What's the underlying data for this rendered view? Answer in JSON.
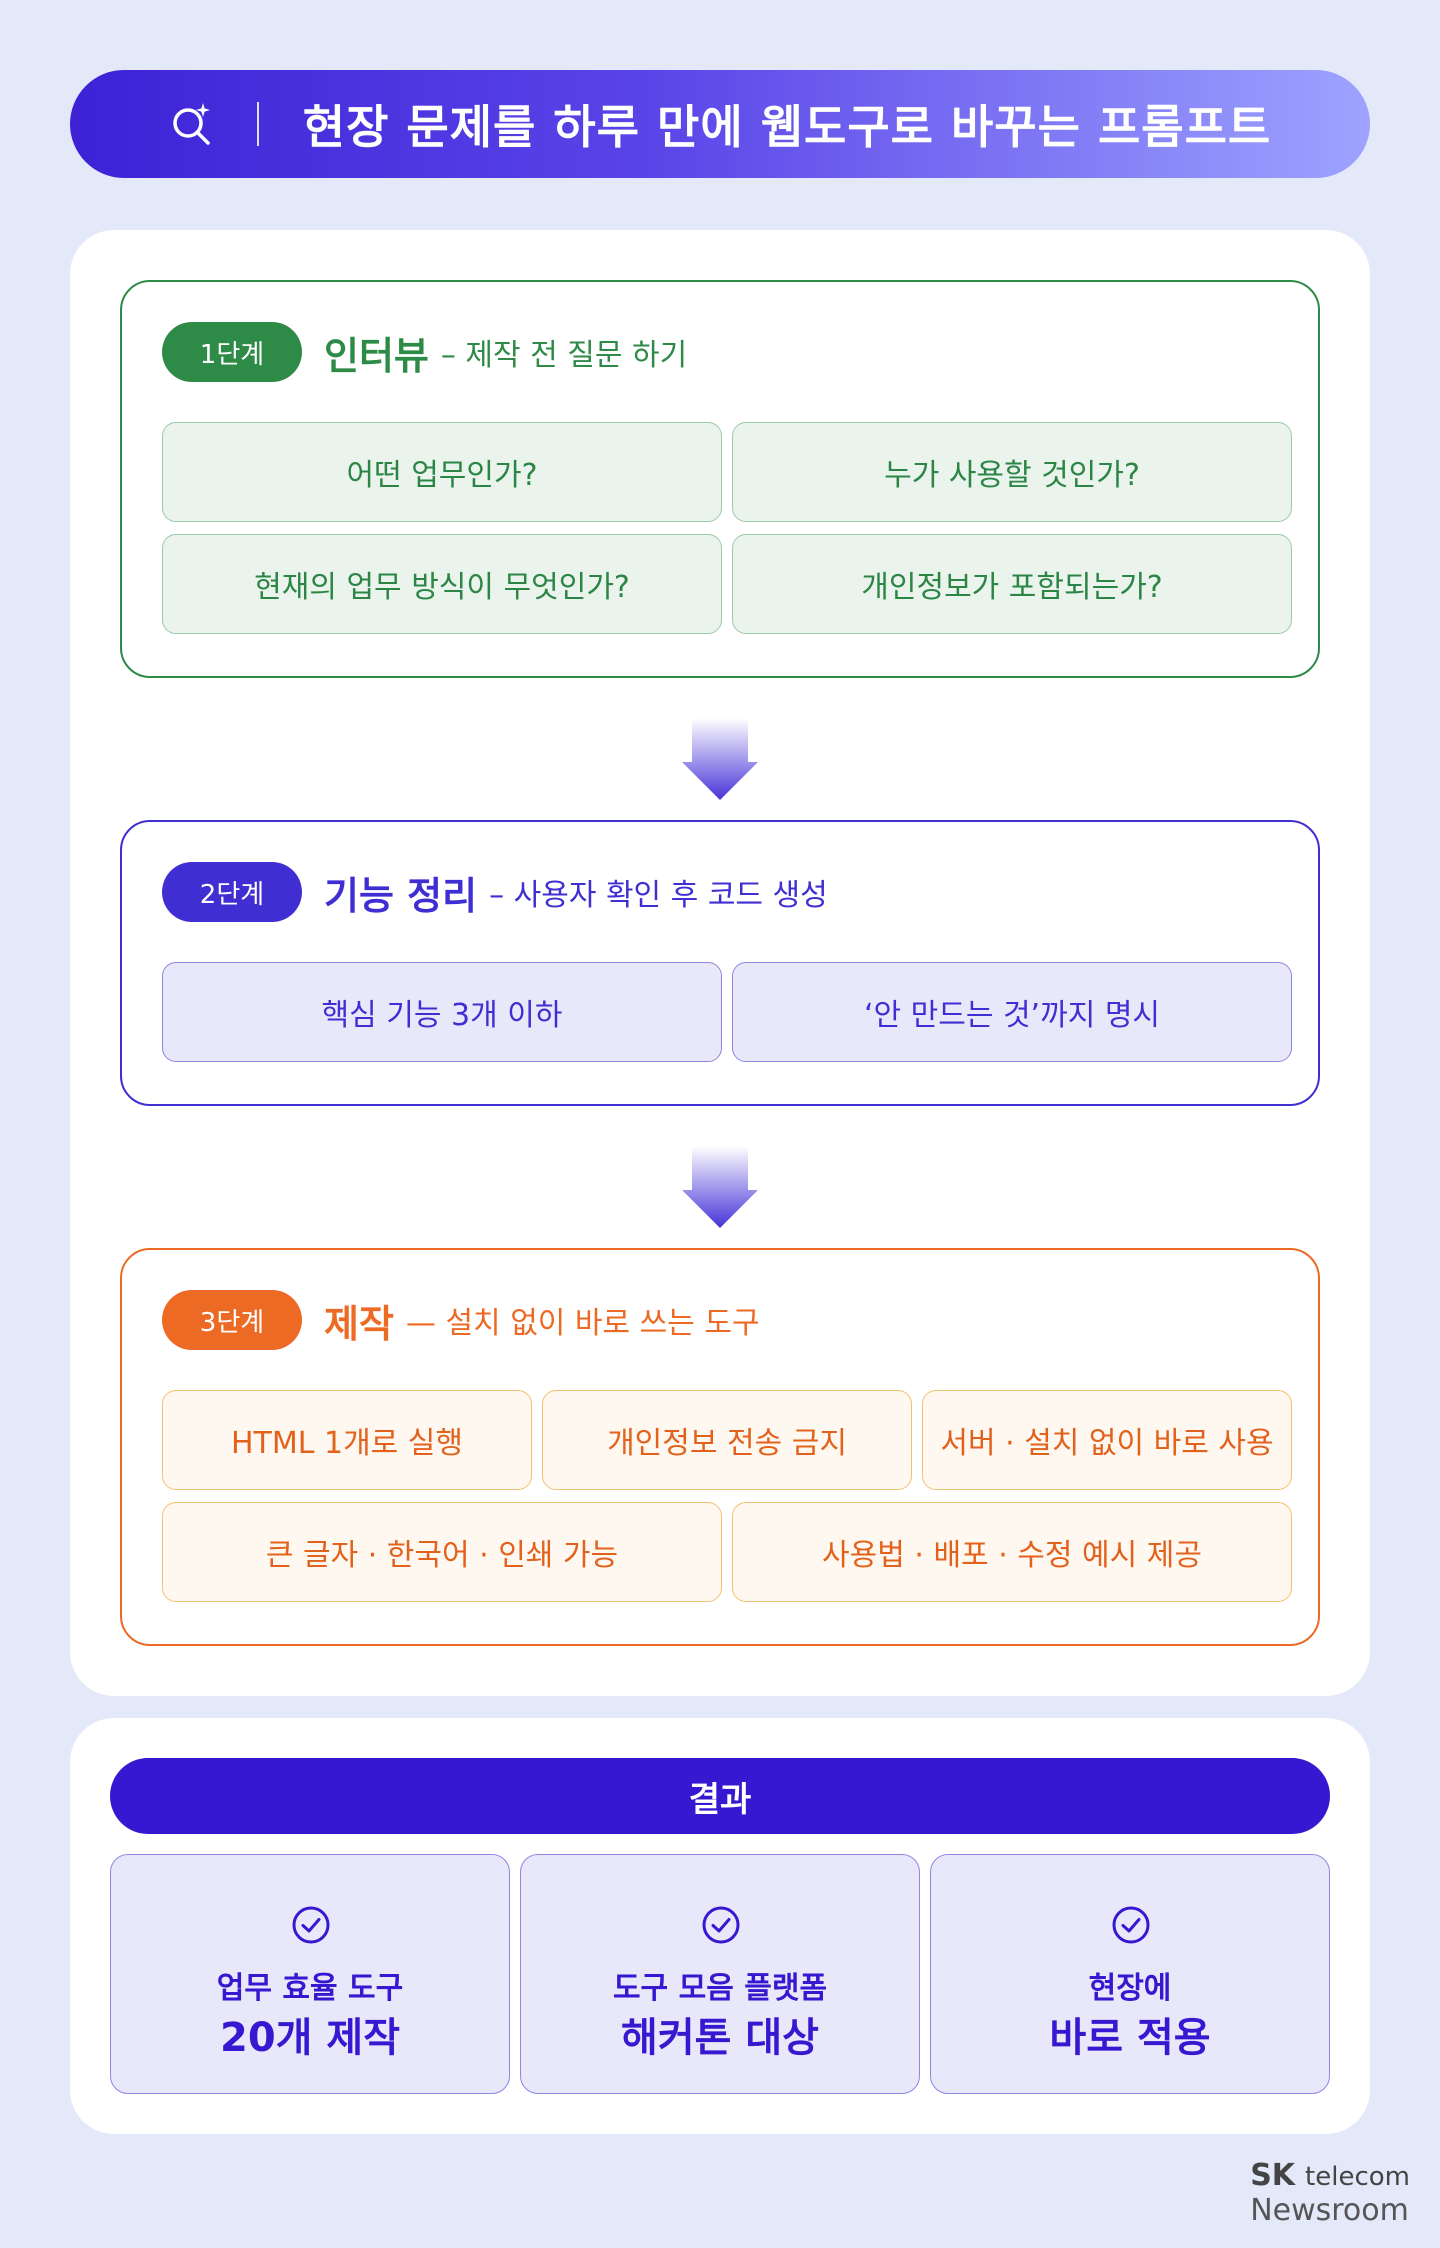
{
  "header": {
    "title": "현장 문제를 하루 만에 웹도구로 바꾸는 프롬프트",
    "icon": "sparkle-search-icon",
    "gradient": [
      "#3d22d6",
      "#9ea3ff"
    ]
  },
  "stages": [
    {
      "badge": "1단계",
      "name": "인터뷰",
      "subtitle": "– 제작 전 질문 하기",
      "color": "#2e8b47",
      "items": [
        "어떤 업무인가?",
        "누가 사용할 것인가?",
        "현재의 업무 방식이 무엇인가?",
        "개인정보가 포함되는가?"
      ]
    },
    {
      "badge": "2단계",
      "name": "기능 정리",
      "subtitle": "– 사용자 확인 후 코드 생성",
      "color": "#3f2ed2",
      "items": [
        "핵심 기능 3개 이하",
        "‘안 만드는 것’까지 명시"
      ]
    },
    {
      "badge": "3단계",
      "name": "제작",
      "subtitle": "— 설치 없이 바로 쓰는 도구",
      "color": "#ec6a24",
      "items": [
        "HTML 1개로 실행",
        "개인정보 전송 금지",
        "서버 · 설치 없이 바로 사용",
        "큰 글자 · 한국어 · 인쇄 가능",
        "사용법 · 배포 · 수정 예시 제공"
      ]
    }
  ],
  "result": {
    "title": "결과",
    "color": "#3518cf",
    "cards": [
      {
        "icon": "check-circle-icon",
        "line1": "업무 효율 도구",
        "line2": "20개 제작"
      },
      {
        "icon": "check-circle-icon",
        "line1": "도구 모음 플랫폼",
        "line2": "해커톤 대상"
      },
      {
        "icon": "check-circle-icon",
        "line1": "현장에",
        "line2": "바로 적용"
      }
    ]
  },
  "brand": {
    "top_bold": "SK",
    "top": "telecom",
    "bottom": "Newsroom"
  }
}
